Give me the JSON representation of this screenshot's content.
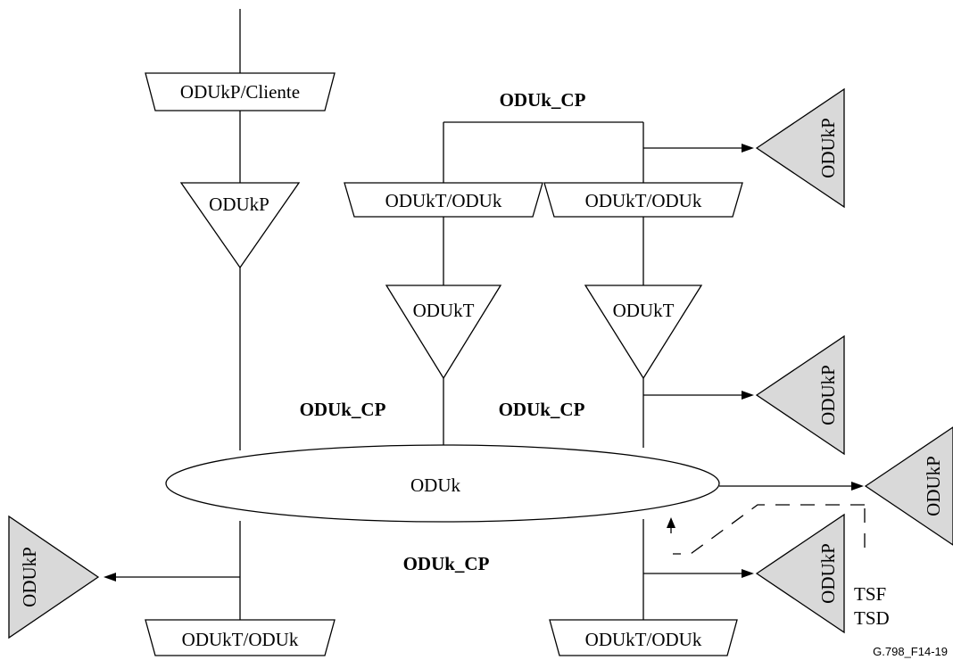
{
  "labels": {
    "oduk_p_cliente": "ODUkP/Cliente",
    "odukp": "ODUkP",
    "odukt_oduk": "ODUkT/ODUk",
    "odukt": "ODUkT",
    "oduk": "ODUk",
    "oduk_cp": "ODUk_CP",
    "tsf": "TSF",
    "tsd": "TSD",
    "figure_id": "G.798_F14-19"
  },
  "colors": {
    "line": "#000000",
    "grey_fill": "#d9d9d9",
    "background": "#ffffff"
  }
}
